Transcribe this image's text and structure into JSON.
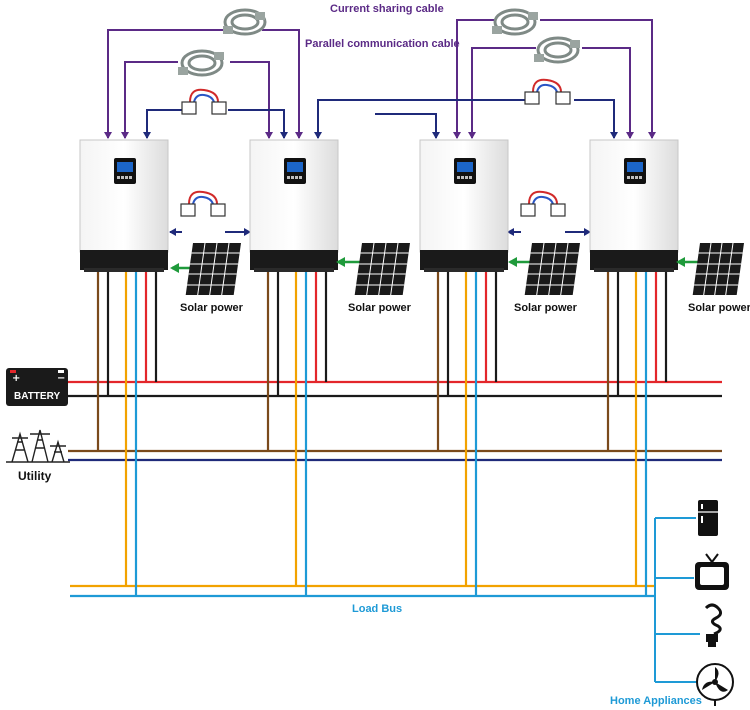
{
  "labels": {
    "current_sharing_cable": "Current sharing cable",
    "parallel_communication_cable": "Parallel communication cable",
    "solar_power": "Solar power",
    "battery": "BATTERY",
    "utility": "Utility",
    "load_bus": "Load Bus",
    "home_appliances": "Home Appliances"
  },
  "inverters": [
    {
      "id": 1,
      "solar_label": "Solar power"
    },
    {
      "id": 2,
      "solar_label": "Solar power"
    },
    {
      "id": 3,
      "solar_label": "Solar power"
    },
    {
      "id": 4,
      "solar_label": "Solar power"
    }
  ],
  "appliances": [
    "fridge-icon",
    "tv-icon",
    "bulb-icon",
    "fan-icon"
  ],
  "colors": {
    "battery_positive": "#e3262b",
    "battery_negative": "#1a1a1a",
    "utility_line": "#7a4a1c",
    "utility_neutral": "#1f2a7a",
    "load_line": "#f2a200",
    "load_neutral": "#1e9ad6",
    "parallel_cable": "#5b2a86",
    "sharing_cable": "#1f2a7a",
    "solar_arrow": "#1f9a3b"
  }
}
